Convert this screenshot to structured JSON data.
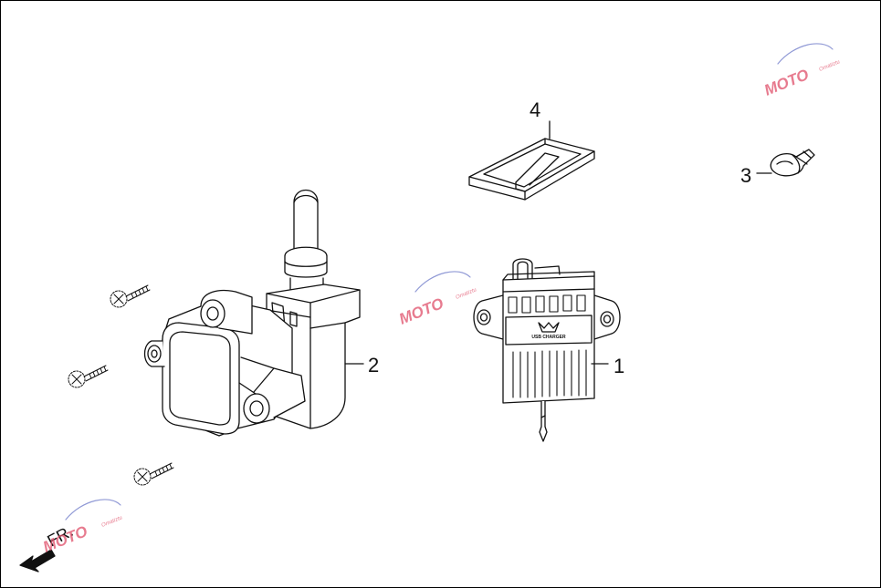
{
  "diagram": {
    "callouts": [
      {
        "id": "1",
        "text": "1"
      },
      {
        "id": "2",
        "text": "2"
      },
      {
        "id": "3",
        "text": "3"
      },
      {
        "id": "4",
        "text": "4"
      }
    ],
    "front_label": "FR.",
    "charger_label": "USB CHARGER",
    "watermark": {
      "main": "MOTO",
      "sub": "Omatiztu"
    },
    "colors": {
      "line": "#111111",
      "watermark_red": "#e0506a",
      "watermark_blue": "#6b78c8"
    }
  }
}
